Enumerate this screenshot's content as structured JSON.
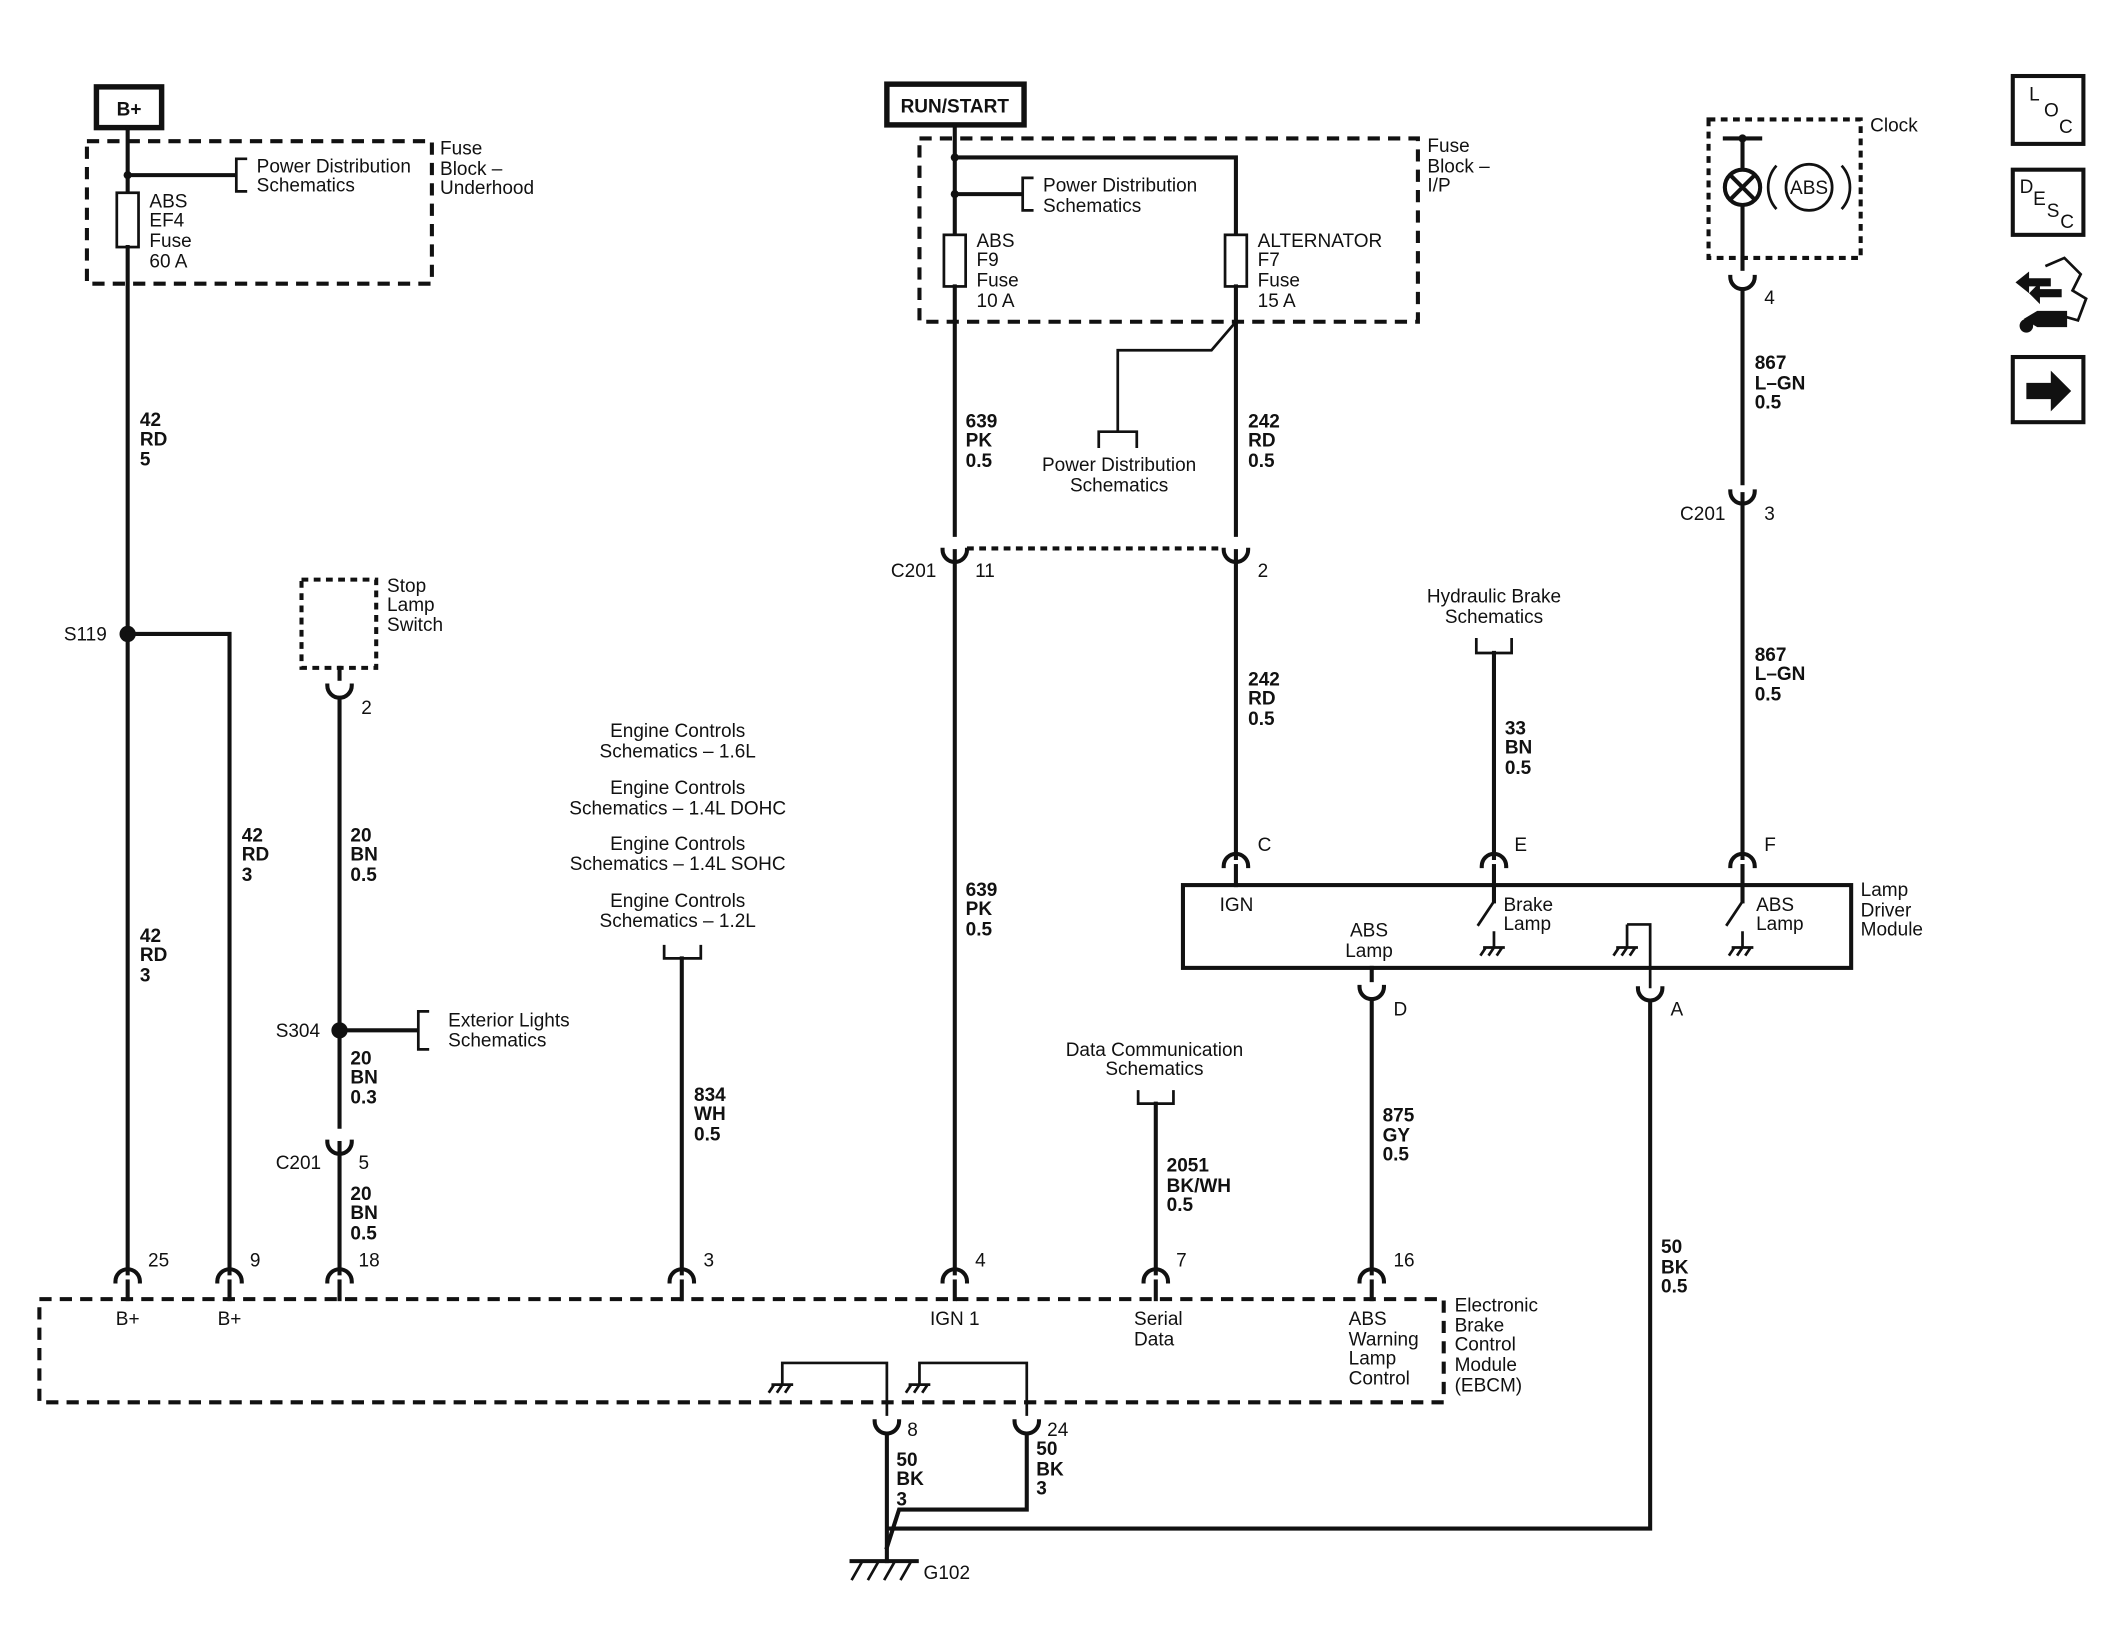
{
  "power": {
    "bplus": "B+",
    "runstart": "RUN/START"
  },
  "fuse_block_underhood": {
    "label": [
      "Fuse",
      "Block –",
      "Underhood"
    ],
    "pds": [
      "Power Distribution",
      "Schematics"
    ],
    "fuse": [
      "ABS",
      "EF4",
      "Fuse",
      "60 A"
    ]
  },
  "fuse_block_ip": {
    "label": [
      "Fuse",
      "Block –",
      "I/P"
    ],
    "pds": [
      "Power Distribution",
      "Schematics"
    ],
    "abs_fuse": [
      "ABS",
      "F9",
      "Fuse",
      "10 A"
    ],
    "alt_fuse": [
      "ALTERNATOR",
      "F7",
      "Fuse",
      "15 A"
    ]
  },
  "pds_lower": [
    "Power Distribution",
    "Schematics"
  ],
  "wires": {
    "w42_rd_5": [
      "42",
      "RD",
      "5"
    ],
    "w42_rd_3a": [
      "42",
      "RD",
      "3"
    ],
    "w42_rd_3b": [
      "42",
      "RD",
      "3"
    ],
    "w20_bn_05a": [
      "20",
      "BN",
      "0.5"
    ],
    "w20_bn_03": [
      "20",
      "BN",
      "0.3"
    ],
    "w20_bn_05b": [
      "20",
      "BN",
      "0.5"
    ],
    "w834": [
      "834",
      "WH",
      "0.5"
    ],
    "w639a": [
      "639",
      "PK",
      "0.5"
    ],
    "w639b": [
      "639",
      "PK",
      "0.5"
    ],
    "w242a": [
      "242",
      "RD",
      "0.5"
    ],
    "w242b": [
      "242",
      "RD",
      "0.5"
    ],
    "w2051": [
      "2051",
      "BK/WH",
      "0.5"
    ],
    "w33": [
      "33",
      "BN",
      "0.5"
    ],
    "w875": [
      "875",
      "GY",
      "0.5"
    ],
    "w867a": [
      "867",
      "L–GN",
      "0.5"
    ],
    "w867b": [
      "867",
      "L–GN",
      "0.5"
    ],
    "w50a": [
      "50",
      "BK",
      "0.5"
    ],
    "w50b": [
      "50",
      "BK",
      "3"
    ],
    "w50c": [
      "50",
      "BK",
      "3"
    ]
  },
  "splices": {
    "s119": "S119",
    "s304": "S304"
  },
  "connectors": {
    "c201": "C201",
    "g102": "G102"
  },
  "pins": {
    "stop_switch": "2",
    "c201_5": "5",
    "c201_11": "11",
    "c201_2": "2",
    "c201_3": "3",
    "clock": "4",
    "ldm_c": "C",
    "ldm_e": "E",
    "ldm_f": "F",
    "ldm_d": "D",
    "ldm_a": "A",
    "ebcm_25": "25",
    "ebcm_9": "9",
    "ebcm_18": "18",
    "ebcm_3": "3",
    "ebcm_4": "4",
    "ebcm_7": "7",
    "ebcm_16": "16",
    "ebcm_8": "8",
    "ebcm_24": "24"
  },
  "stop_lamp_switch": [
    "Stop",
    "Lamp",
    "Switch"
  ],
  "exterior_lights": [
    "Exterior Lights",
    "Schematics"
  ],
  "engine_controls": [
    [
      "Engine Controls",
      "Schematics – 1.6L"
    ],
    [
      "Engine Controls",
      "Schematics – 1.4L DOHC"
    ],
    [
      "Engine Controls",
      "Schematics – 1.4L SOHC"
    ],
    [
      "Engine Controls",
      "Schematics – 1.2L"
    ]
  ],
  "data_comm": [
    "Data Communication",
    "Schematics"
  ],
  "hydraulic_brake": [
    "Hydraulic Brake",
    "Schematics"
  ],
  "clock": {
    "label": "Clock",
    "lamp_text": "ABS"
  },
  "lamp_driver_module": {
    "label": [
      "Lamp",
      "Driver",
      "Module"
    ],
    "ign": "IGN",
    "brake_lamp": [
      "Brake",
      "Lamp"
    ],
    "abs_lamp_right": [
      "ABS",
      "Lamp"
    ],
    "abs_lamp_left": [
      "ABS",
      "Lamp"
    ]
  },
  "ebcm": {
    "label": [
      "Electronic",
      "Brake",
      "Control",
      "Module",
      "(EBCM)"
    ],
    "bplus1": "B+",
    "bplus2": "B+",
    "ign1": "IGN 1",
    "serial": [
      "Serial",
      "Data"
    ],
    "abs_warning": [
      "ABS",
      "Warning",
      "Lamp",
      "Control"
    ]
  },
  "nav_buttons": {
    "loc": [
      "L",
      "O",
      "C"
    ],
    "desc": [
      "D",
      "E",
      "S",
      "C"
    ]
  }
}
